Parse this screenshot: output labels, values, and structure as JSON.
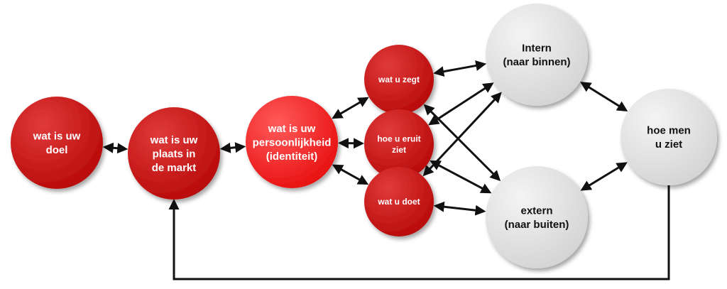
{
  "nodes": [
    {
      "id": "doel",
      "lines": [
        "wat is uw",
        "doel"
      ],
      "variant": "dark"
    },
    {
      "id": "plaats",
      "lines": [
        "wat is uw",
        "plaats in",
        "de markt"
      ],
      "variant": "dark"
    },
    {
      "id": "persoonlijkheid",
      "lines": [
        "wat is uw",
        "persoonlijkheid",
        "(identiteit)"
      ],
      "variant": "bright"
    },
    {
      "id": "zegt",
      "lines": [
        "wat u zegt"
      ],
      "variant": "dark"
    },
    {
      "id": "eruit",
      "lines": [
        "hoe u eruit",
        "ziet"
      ],
      "variant": "dark"
    },
    {
      "id": "doet",
      "lines": [
        "wat u doet"
      ],
      "variant": "dark"
    },
    {
      "id": "intern",
      "lines": [
        "Intern",
        "(naar binnen)"
      ],
      "variant": "grey"
    },
    {
      "id": "extern",
      "lines": [
        "extern",
        "(naar buiten)"
      ],
      "variant": "grey"
    },
    {
      "id": "ziet",
      "lines": [
        "hoe men",
        "u ziet"
      ],
      "variant": "grey"
    }
  ],
  "edges": [
    {
      "from": "doel",
      "to": "plaats",
      "style": "double"
    },
    {
      "from": "plaats",
      "to": "persoonlijkheid",
      "style": "double"
    },
    {
      "from": "persoonlijkheid",
      "to": "zegt",
      "style": "double"
    },
    {
      "from": "persoonlijkheid",
      "to": "eruit",
      "style": "double"
    },
    {
      "from": "persoonlijkheid",
      "to": "doet",
      "style": "double"
    },
    {
      "from": "zegt",
      "to": "intern",
      "style": "double"
    },
    {
      "from": "zegt",
      "to": "extern",
      "style": "double"
    },
    {
      "from": "eruit",
      "to": "intern",
      "style": "double"
    },
    {
      "from": "eruit",
      "to": "extern",
      "style": "double"
    },
    {
      "from": "doet",
      "to": "intern",
      "style": "double"
    },
    {
      "from": "doet",
      "to": "extern",
      "style": "double"
    },
    {
      "from": "intern",
      "to": "ziet",
      "style": "double"
    },
    {
      "from": "extern",
      "to": "ziet",
      "style": "double"
    },
    {
      "from": "ziet",
      "to": "plaats",
      "style": "feedback-loop"
    }
  ],
  "colors": {
    "dark_red": "#b80a0a",
    "dark_red_light": "#e03a3a",
    "bright_red": "#e81010",
    "bright_red_light": "#ff5a5a",
    "grey": "#d4d4d4",
    "grey_light": "#f4f4f4",
    "label_light": "#ffffff",
    "label_dark": "#111111",
    "arrow": "#111111"
  }
}
